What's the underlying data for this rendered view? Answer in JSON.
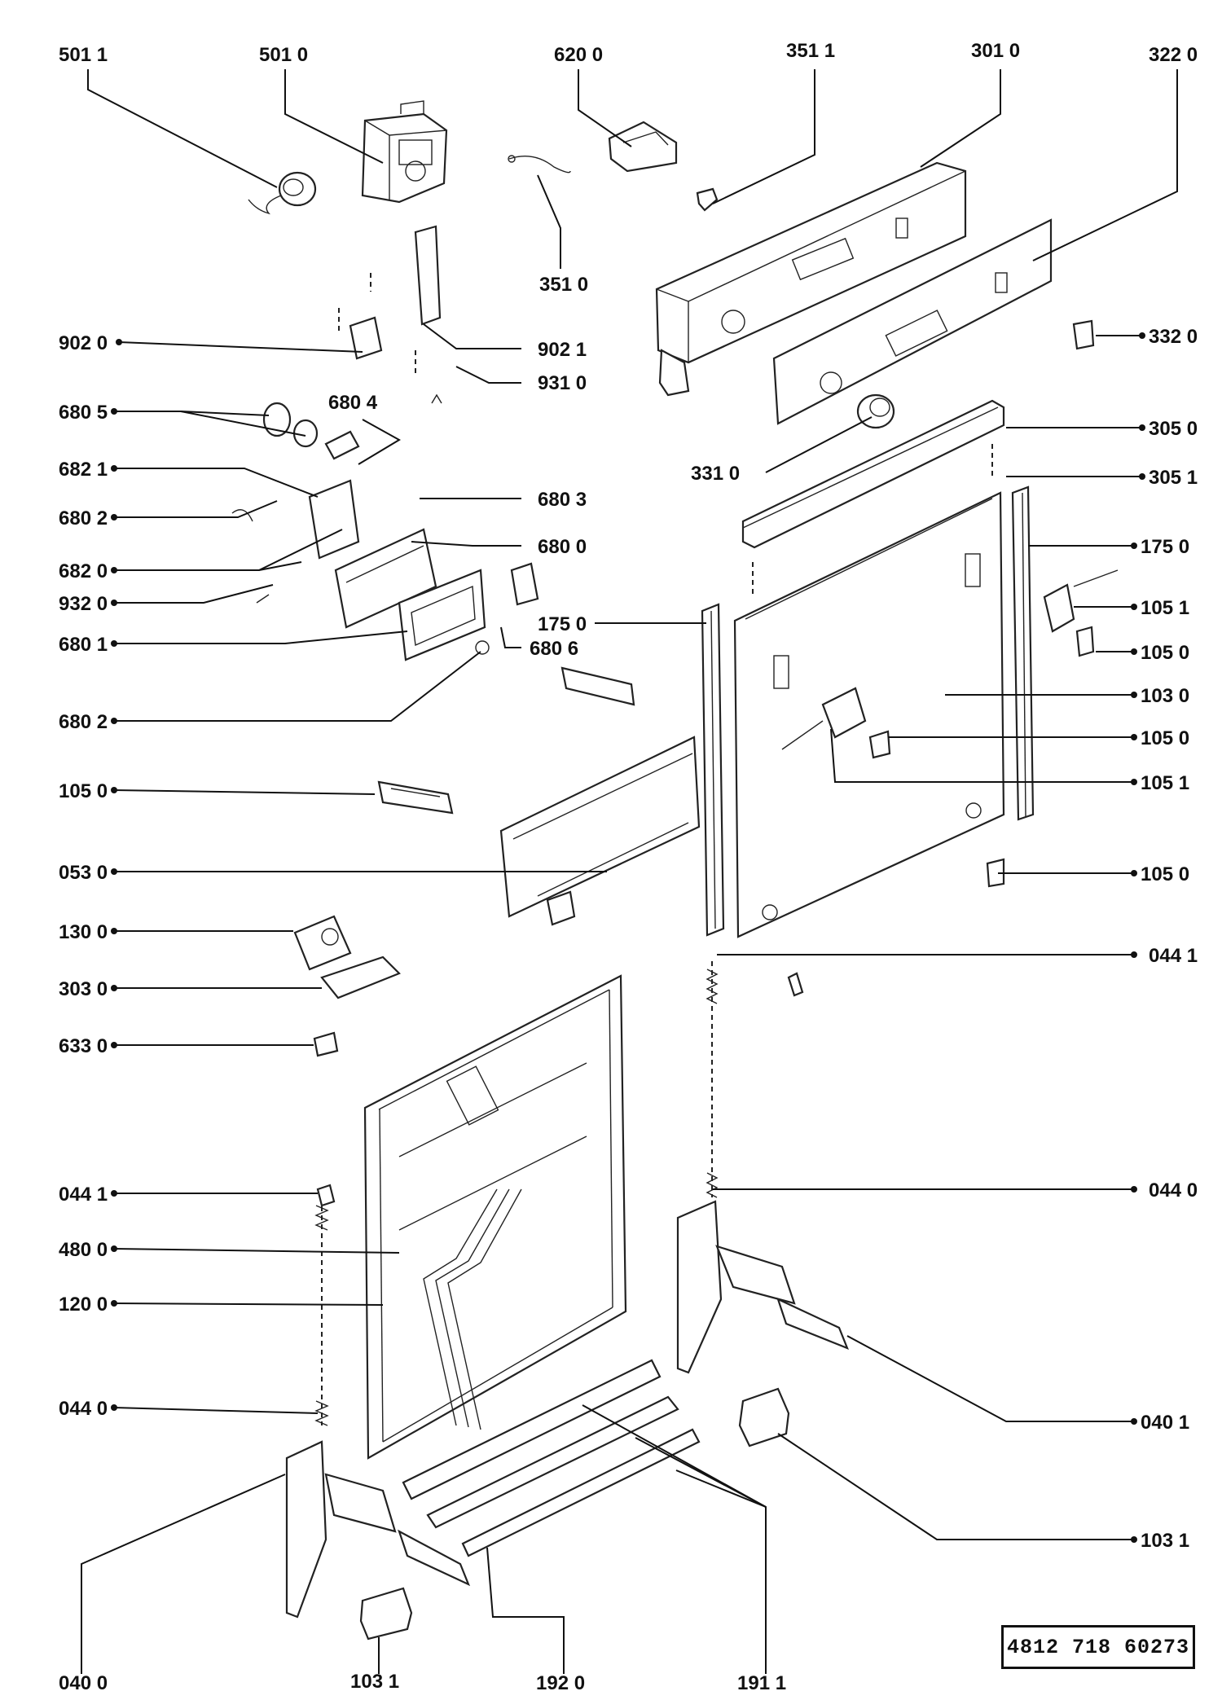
{
  "catalog_number": "4812 718 60273",
  "callouts": [
    {
      "id": "c5011",
      "text": "501 1"
    },
    {
      "id": "c5010",
      "text": "501 0"
    },
    {
      "id": "c6200",
      "text": "620 0"
    },
    {
      "id": "c3511",
      "text": "351 1"
    },
    {
      "id": "c3010",
      "text": "301 0"
    },
    {
      "id": "c3220",
      "text": "322 0"
    },
    {
      "id": "c3510",
      "text": "351 0"
    },
    {
      "id": "c9020",
      "text": "902 0"
    },
    {
      "id": "c9021",
      "text": "902 1"
    },
    {
      "id": "c3320",
      "text": "332 0"
    },
    {
      "id": "c9310",
      "text": "931 0"
    },
    {
      "id": "c6805",
      "text": "680 5"
    },
    {
      "id": "c6804",
      "text": "680 4"
    },
    {
      "id": "c3050",
      "text": "305 0"
    },
    {
      "id": "c6821",
      "text": "682 1"
    },
    {
      "id": "c3310",
      "text": "331 0"
    },
    {
      "id": "c3051",
      "text": "305 1"
    },
    {
      "id": "c6803",
      "text": "680 3"
    },
    {
      "id": "c6802a",
      "text": "680 2"
    },
    {
      "id": "c6800",
      "text": "680 0"
    },
    {
      "id": "c1750r",
      "text": "175 0"
    },
    {
      "id": "c6820",
      "text": "682 0"
    },
    {
      "id": "c9320",
      "text": "932 0"
    },
    {
      "id": "c1051a",
      "text": "105 1"
    },
    {
      "id": "c1750m",
      "text": "175 0"
    },
    {
      "id": "c6801",
      "text": "680 1"
    },
    {
      "id": "c6806",
      "text": "680 6"
    },
    {
      "id": "c1050a",
      "text": "105 0"
    },
    {
      "id": "c1030",
      "text": "103 0"
    },
    {
      "id": "c6802b",
      "text": "680 2"
    },
    {
      "id": "c1050b",
      "text": "105 0"
    },
    {
      "id": "c1050l",
      "text": "105 0"
    },
    {
      "id": "c1051b",
      "text": "105 1"
    },
    {
      "id": "c0530",
      "text": "053 0"
    },
    {
      "id": "c1050c",
      "text": "105 0"
    },
    {
      "id": "c1300",
      "text": "130 0"
    },
    {
      "id": "c0441r",
      "text": "044 1"
    },
    {
      "id": "c3030",
      "text": "303 0"
    },
    {
      "id": "c6330",
      "text": "633 0"
    },
    {
      "id": "c0441l",
      "text": "044 1"
    },
    {
      "id": "c0440r",
      "text": "044 0"
    },
    {
      "id": "c4800",
      "text": "480 0"
    },
    {
      "id": "c1200",
      "text": "120 0"
    },
    {
      "id": "c0440l",
      "text": "044 0"
    },
    {
      "id": "c0401",
      "text": "040 1"
    },
    {
      "id": "c1031r",
      "text": "103 1"
    },
    {
      "id": "c0400",
      "text": "040 0"
    },
    {
      "id": "c1031b",
      "text": "103 1"
    },
    {
      "id": "c1920",
      "text": "192 0"
    },
    {
      "id": "c1911",
      "text": "191 1"
    }
  ]
}
